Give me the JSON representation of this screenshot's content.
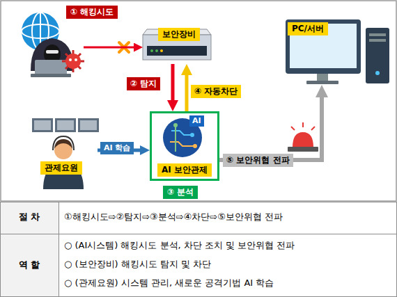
{
  "diagram": {
    "nodes": [
      {
        "text": [
          "① 해킹시도"
        ]
      },
      {
        "text": [
          "보안장비"
        ]
      },
      {
        "text": [
          "PC/서버"
        ]
      },
      {
        "text": [
          "관제요원"
        ]
      },
      {
        "text": [
          "AI 보안관제",
          "③ 분석"
        ]
      }
    ],
    "edges": [
      {
        "from": 0,
        "to": 1,
        "arrow": "to"
      },
      {
        "from": 1,
        "to": 4,
        "label": "② 탐지",
        "arrow": "to"
      },
      {
        "from": 4,
        "to": 1,
        "label": "④ 자동차단",
        "arrow": "to"
      },
      {
        "from": 3,
        "to": 4,
        "label": "AI 학습",
        "arrow": "to"
      },
      {
        "from": 4,
        "to": 2,
        "label": "⑤ 보안위협 전파",
        "arrow": "to"
      }
    ],
    "labels": [
      "AI",
      "절 차",
      "①해킹시도⇨②탐지⇨③분석⇨④차단⇨⑤보안위협 전파",
      "역 할",
      "○ (AI시스템) 해킹시도 분석, 차단 조치 및 보안위협 전파",
      "○ (보안장비) 해킹시도 탐지 및 차단",
      "○ (관제요원) 시스템 관리, 새로운 공격기법 AI 학습"
    ]
  }
}
